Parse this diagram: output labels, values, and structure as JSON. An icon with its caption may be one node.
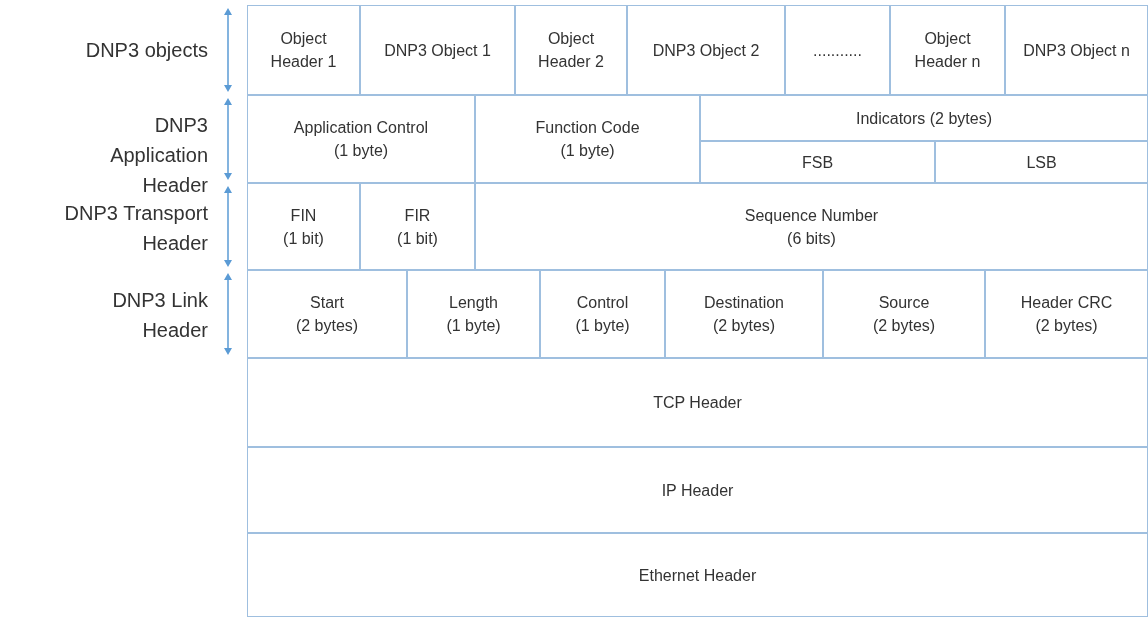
{
  "diagram": {
    "nodes": [
      {
        "text": [
          "Object Header 1"
        ]
      },
      {
        "text": [
          "DNP3 Object 1"
        ]
      },
      {
        "text": [
          "Object Header 2"
        ]
      },
      {
        "text": [
          "DNP3 Object 2"
        ]
      },
      {
        "text": [
          "..........."
        ]
      },
      {
        "text": [
          "Object Header n"
        ]
      },
      {
        "text": [
          "DNP3 Object n"
        ]
      },
      {
        "text": [
          "Application Control",
          "(1 byte)"
        ]
      },
      {
        "text": [
          "Function Code",
          "(1 byte)"
        ]
      },
      {
        "text": [
          "Indicators (2 bytes)"
        ]
      },
      {
        "text": [
          "FSB"
        ]
      },
      {
        "text": [
          "LSB"
        ]
      },
      {
        "text": [
          "FIN",
          "(1 bit)"
        ]
      },
      {
        "text": [
          "FIR",
          "(1 bit)"
        ]
      },
      {
        "text": [
          "Sequence Number",
          "(6 bits)"
        ]
      },
      {
        "text": [
          "Start",
          "(2 bytes)"
        ]
      },
      {
        "text": [
          "Length",
          "(1 byte)"
        ]
      },
      {
        "text": [
          "Control",
          "(1 byte)"
        ]
      },
      {
        "text": [
          "Destination",
          "(2 bytes)"
        ]
      },
      {
        "text": [
          "Source",
          "(2 bytes)"
        ]
      },
      {
        "text": [
          "Header CRC",
          "(2 bytes)"
        ]
      },
      {
        "text": [
          "TCP Header"
        ]
      },
      {
        "text": [
          "IP Header"
        ]
      },
      {
        "text": [
          "Ethernet Header"
        ]
      }
    ],
    "edges": [],
    "labels": [
      "DNP3 objects",
      "DNP3 Application Header",
      "DNP3 Transport Header",
      "DNP3 Link Header"
    ]
  }
}
